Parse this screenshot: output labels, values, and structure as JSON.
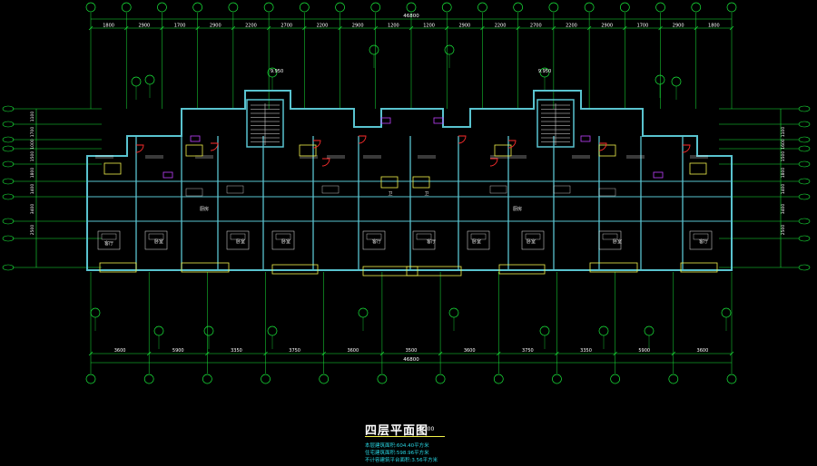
{
  "drawing": {
    "title": "四层平面图",
    "scale": "1:100",
    "notes": [
      "本层建筑面积:604.40平方米",
      "住宅建筑面积:598.96平方米",
      "不计容建筑平台面积:3.56平方米"
    ],
    "overall_dimension": "46800",
    "top_dimensions": [
      "1800",
      "2900",
      "1700",
      "2900",
      "2200",
      "2700",
      "2200",
      "2900",
      "1200",
      "1200",
      "2900",
      "2200",
      "2700",
      "2200",
      "2900",
      "1700",
      "2900",
      "1800"
    ],
    "bottom_dimensions": [
      "3600",
      "5900",
      "3350",
      "3750",
      "3600",
      "3500",
      "3600",
      "3750",
      "3350",
      "5900",
      "3600"
    ],
    "left_dimensions": [
      "1100",
      "1700",
      "1000",
      "1500",
      "1800",
      "1400",
      "3400",
      "2500"
    ],
    "right_dimensions": [
      "1100",
      "1600",
      "1500",
      "1800",
      "1400",
      "3400",
      "2500"
    ],
    "elevations": [
      "9.950",
      "9.950"
    ],
    "room_labels": [
      "客厅",
      "卧室",
      "卧室",
      "卧室",
      "客厅",
      "客厅",
      "卧室",
      "卧室",
      "卧室",
      "客厅",
      "厨房",
      "厨房",
      "卫",
      "卫"
    ],
    "colors": {
      "background": "#000000",
      "grid": "#19e63a",
      "wall": "#59c3cf",
      "furniture": "#e6e6e6",
      "accent": "#f2f24a",
      "door": "#ff2d2d",
      "detail": "#c040ff",
      "note_text": "#29d9e6"
    }
  }
}
